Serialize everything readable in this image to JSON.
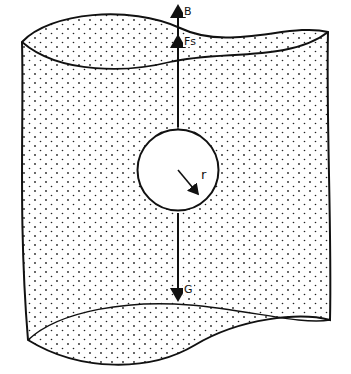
{
  "diagram": {
    "nodes": [
      {
        "text": [
          "r"
        ]
      }
    ],
    "labels": [
      "B",
      "Fs",
      "G"
    ]
  }
}
